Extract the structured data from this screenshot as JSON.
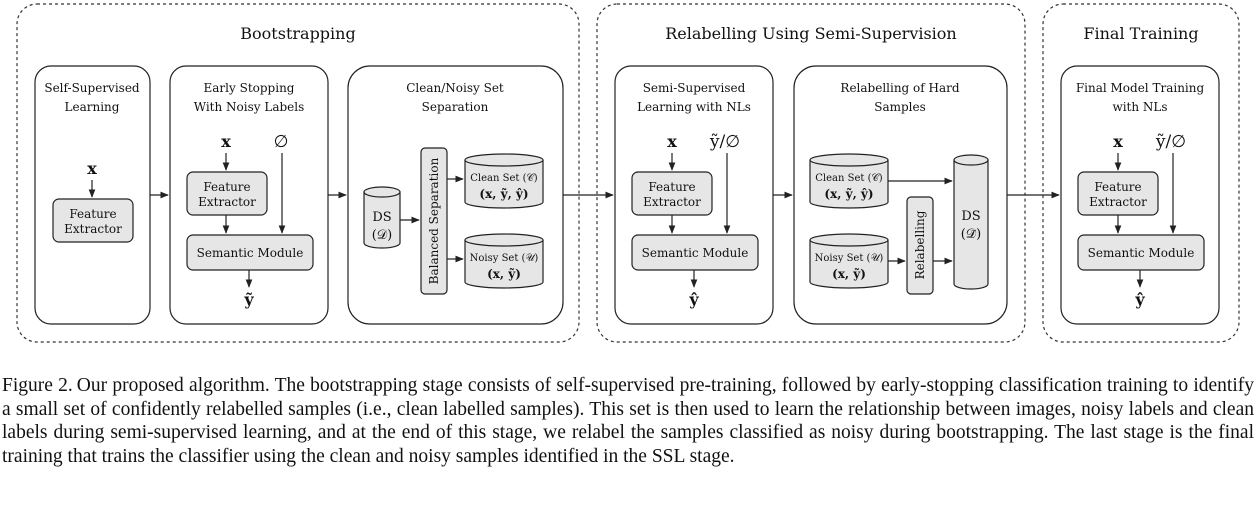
{
  "stages": {
    "bootstrapping": {
      "title": "Bootstrapping",
      "self_supervised": {
        "title_l1": "Self-Supervised",
        "title_l2": "Learning",
        "input": "x",
        "feature_extractor_l1": "Feature",
        "feature_extractor_l2": "Extractor"
      },
      "early_stopping": {
        "title_l1": "Early Stopping",
        "title_l2": "With Noisy Labels",
        "input_x": "x",
        "input_label": "∅",
        "feature_extractor_l1": "Feature",
        "feature_extractor_l2": "Extractor",
        "semantic_module": "Semantic Module",
        "output": "ỹ"
      },
      "separation": {
        "title_l1": "Clean/Noisy Set",
        "title_l2": "Separation",
        "ds_label": "DS",
        "ds_set": "(𝒟)",
        "balanced_label": "Balanced Separation",
        "clean_set_label": "Clean Set (𝒞)",
        "clean_set_vars": "(x, ỹ, ŷ)",
        "noisy_set_label": "Noisy Set (𝒰)",
        "noisy_set_vars": "(x, ỹ)"
      }
    },
    "relabelling": {
      "title": "Relabelling Using Semi-Supervision",
      "semi_supervised": {
        "title_l1": "Semi-Supervised",
        "title_l2": "Learning with NLs",
        "input_x": "x",
        "input_label": "ỹ/∅",
        "feature_extractor_l1": "Feature",
        "feature_extractor_l2": "Extractor",
        "semantic_module": "Semantic Module",
        "output": "ŷ"
      },
      "hard_samples": {
        "title_l1": "Relabelling of Hard",
        "title_l2": "Samples",
        "clean_set_label": "Clean Set (𝒞)",
        "clean_set_vars": "(x, ỹ, ŷ)",
        "noisy_set_label": "Noisy Set (𝒰)",
        "noisy_set_vars": "(x, ỹ)",
        "relabelling_label": "Relabelling",
        "ds_label": "DS",
        "ds_set": "(𝒟̃)"
      }
    },
    "final": {
      "title": "Final Training",
      "final_model": {
        "title_l1": "Final Model Training",
        "title_l2": "with NLs",
        "input_x": "x",
        "input_label": "ỹ/∅",
        "feature_extractor_l1": "Feature",
        "feature_extractor_l2": "Extractor",
        "semantic_module": "Semantic Module",
        "output": "ŷ"
      }
    }
  },
  "caption": {
    "label": "Figure 2.",
    "text": "Our proposed algorithm. The bootstrapping stage consists of self-supervised pre-training, followed by early-stopping classification training to identify a small set of confidently relabelled samples (i.e., clean labelled samples). This set is then used to learn the relationship between images, noisy labels and clean labels during semi-supervised learning, and at the end of this stage, we relabel the samples classified as noisy during bootstrapping. The last stage is the final training that trains the classifier using the clean and noisy samples identified in the SSL stage."
  },
  "colors": {
    "box_fill": "#e6e6e6",
    "stroke": "#222222",
    "background": "#ffffff"
  }
}
